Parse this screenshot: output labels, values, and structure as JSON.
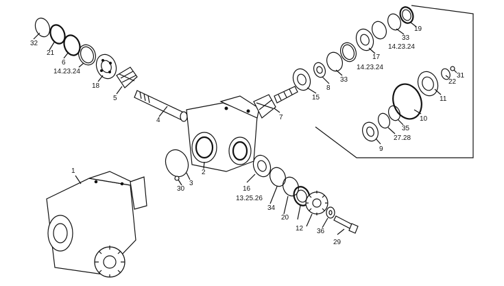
{
  "parts": [
    {
      "id": "p32",
      "label": "32"
    },
    {
      "id": "p21",
      "label": "21"
    },
    {
      "id": "p6",
      "label": "6"
    },
    {
      "id": "p14a",
      "label": "14.23.24"
    },
    {
      "id": "p18",
      "label": "18"
    },
    {
      "id": "p5",
      "label": "5"
    },
    {
      "id": "p4",
      "label": "4"
    },
    {
      "id": "p1",
      "label": "1"
    },
    {
      "id": "p30",
      "label": "30"
    },
    {
      "id": "p3",
      "label": "3"
    },
    {
      "id": "p2",
      "label": "2"
    },
    {
      "id": "p7",
      "label": "7"
    },
    {
      "id": "p15",
      "label": "15"
    },
    {
      "id": "p8",
      "label": "8"
    },
    {
      "id": "p33a",
      "label": "33"
    },
    {
      "id": "p14b",
      "label": "14.23.24"
    },
    {
      "id": "p17",
      "label": "17"
    },
    {
      "id": "p14c",
      "label": "14.23.24"
    },
    {
      "id": "p33b",
      "label": "33"
    },
    {
      "id": "p19",
      "label": "19"
    },
    {
      "id": "p31",
      "label": "31"
    },
    {
      "id": "p22",
      "label": "22"
    },
    {
      "id": "p11",
      "label": "11"
    },
    {
      "id": "p10",
      "label": "10"
    },
    {
      "id": "p35",
      "label": "35"
    },
    {
      "id": "p27",
      "label": "27.28"
    },
    {
      "id": "p9",
      "label": "9"
    },
    {
      "id": "p16",
      "label": "16"
    },
    {
      "id": "p13",
      "label": "13.25.26"
    },
    {
      "id": "p34",
      "label": "34"
    },
    {
      "id": "p20",
      "label": "20"
    },
    {
      "id": "p12",
      "label": "12"
    },
    {
      "id": "p36",
      "label": "36"
    },
    {
      "id": "p29",
      "label": "29"
    }
  ]
}
